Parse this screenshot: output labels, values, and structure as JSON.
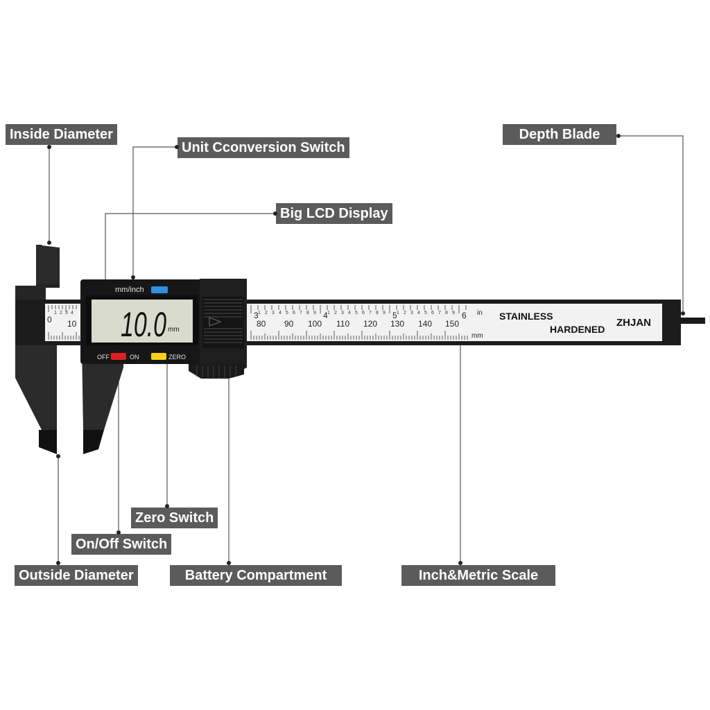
{
  "callouts": {
    "inside_diameter": "Inside Diameter",
    "unit_switch": "Unit Cconversion Switch",
    "lcd_display": "Big LCD Display",
    "depth_blade": "Depth Blade",
    "zero_switch": "Zero Switch",
    "onoff_switch": "On/Off Switch",
    "outside_diameter": "Outside Diameter",
    "battery": "Battery Compartment",
    "scale": "Inch&Metric Scale"
  },
  "device": {
    "unit_label": "mm/inch",
    "lcd_reading": "10.0",
    "lcd_unit": "mm",
    "off_label": "OFF",
    "on_label": "ON",
    "zero_label": "ZERO",
    "brand": "ZHJAN",
    "stainless": "STAINLESS",
    "hardened": "HARDENED",
    "in_label": "in",
    "mm_label": "mm",
    "scale_mm_numbers": [
      "10",
      "80",
      "90",
      "100",
      "110",
      "120",
      "130",
      "140",
      "150"
    ],
    "scale_in_numbers": [
      "0",
      "3",
      "4",
      "5",
      "6"
    ],
    "scale_small_digits": [
      "1",
      "2",
      "3",
      "4"
    ]
  },
  "colors": {
    "callout_bg": "#5b5b5b",
    "body": "#1c1c1c",
    "lcd": "#d9dccd",
    "unit_button": "#2f8fe0",
    "power_button": "#e02020",
    "zero_button": "#f2d21b"
  }
}
